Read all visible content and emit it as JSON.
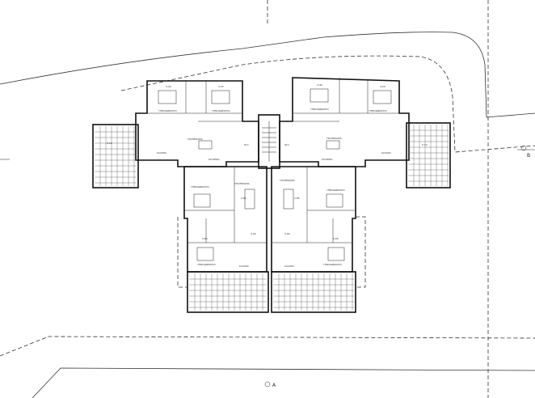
{
  "room_labels": {
    "bedroom": "ΥΠΝΟΔΩΜΑΤΙΟ",
    "living": "ΣΑΛΟΝΙ",
    "dining": "ΤΡΑΠΕΖΑΡΙΑ",
    "kitchen": "ΚΟΥΖΙΝΑ",
    "wc": "W.C."
  },
  "dimensions": {
    "d1": "3,40",
    "d2": "4,25",
    "d3": "2,85",
    "d4": "3,00",
    "d5": "5,10",
    "d6": "2,60"
  },
  "markers": {
    "bottom": "A",
    "right": "B"
  }
}
